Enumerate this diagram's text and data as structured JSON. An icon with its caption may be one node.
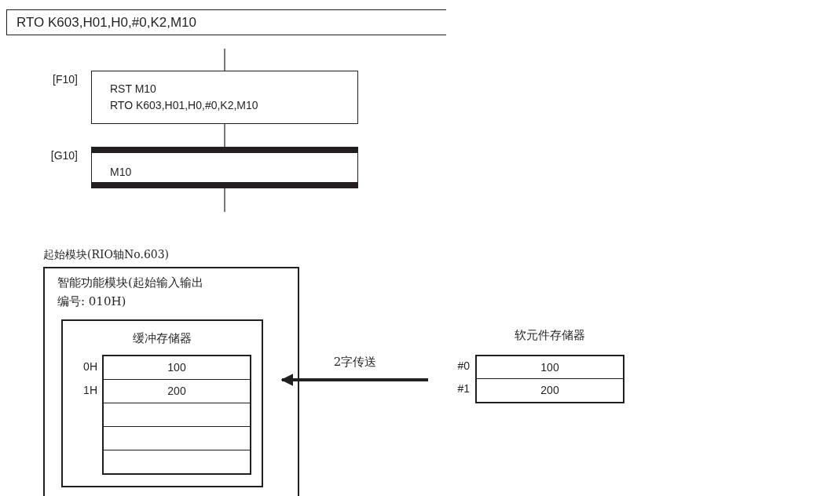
{
  "diagram": {
    "nodes": [
      {
        "text": [
          "RTO K603,H01,H0,#0,K2,M10"
        ]
      },
      {
        "text": [
          "RST M10",
          "RTO K603,H01,H0,#0,K2,M10"
        ],
        "beside": [
          "[F10]"
        ]
      },
      {
        "text": [
          "M10"
        ],
        "beside": [
          "[G10]"
        ]
      },
      {
        "text": [
          "起始模块(RIO轴No.603)",
          "智能功能模块(起始输入输出编号: 010H)"
        ]
      },
      {
        "text": [
          "缓冲存储器"
        ],
        "in": 3
      },
      {
        "text": [
          "软元件存储器"
        ]
      }
    ],
    "edges": [
      {
        "from": null,
        "to": 1,
        "arrow": "none"
      },
      {
        "from": 1,
        "to": 2,
        "arrow": "none"
      },
      {
        "from": 2,
        "to": null,
        "arrow": "none"
      },
      {
        "from": 5,
        "to": 3,
        "arrow": "to",
        "label": "2字传送",
        "style": "thick"
      }
    ],
    "labels": [
      "0H",
      "100",
      "1H",
      "200",
      "#0",
      "100",
      "#1",
      "200"
    ]
  }
}
